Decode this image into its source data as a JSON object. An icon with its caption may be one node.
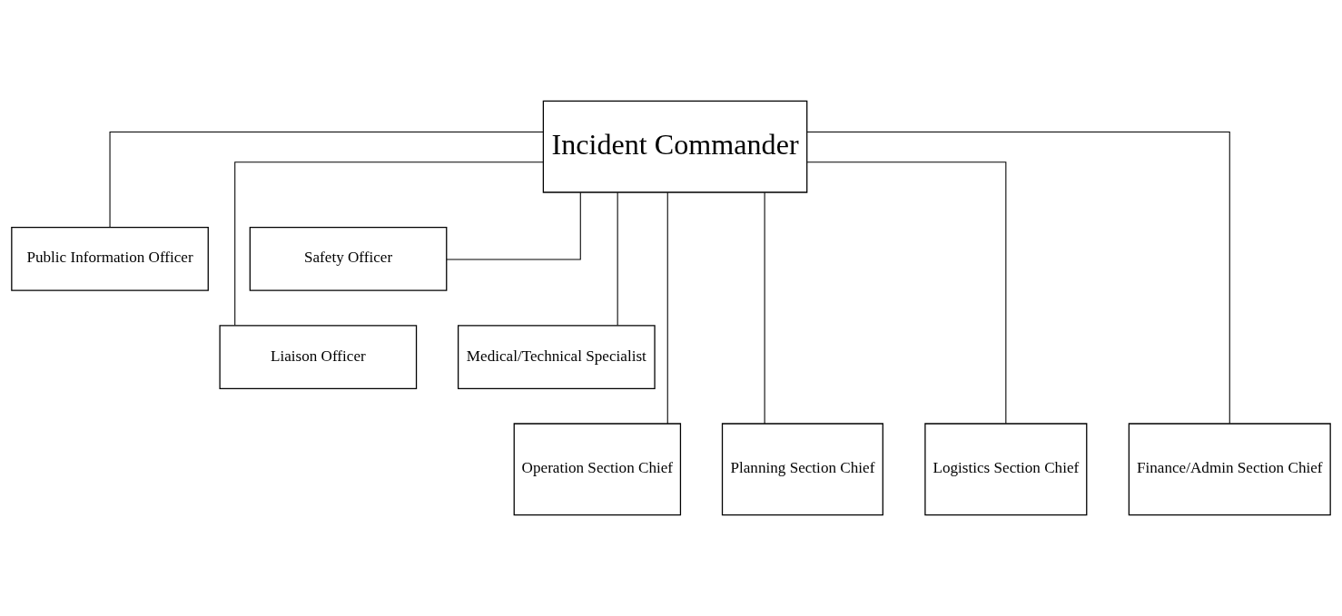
{
  "diagram": {
    "nodes": [
      {
        "text": [
          "Incident Commander"
        ]
      },
      {
        "text": [
          "Public Information Officer"
        ]
      },
      {
        "text": [
          "Safety Officer"
        ]
      },
      {
        "text": [
          "Liaison Officer"
        ]
      },
      {
        "text": [
          "Medical/Technical Specialist"
        ]
      },
      {
        "text": [
          "Operation Section Chief"
        ]
      },
      {
        "text": [
          "Planning Section Chief"
        ]
      },
      {
        "text": [
          "Logistics Section Chief"
        ]
      },
      {
        "text": [
          "Finance/Admin Section Chief"
        ]
      }
    ],
    "edges": [
      {
        "from": 0,
        "to": 1,
        "arrow": "none"
      },
      {
        "from": 0,
        "to": 2,
        "arrow": "none"
      },
      {
        "from": 0,
        "to": 3,
        "arrow": "none"
      },
      {
        "from": 0,
        "to": 4,
        "arrow": "none"
      },
      {
        "from": 0,
        "to": 5,
        "arrow": "none"
      },
      {
        "from": 0,
        "to": 6,
        "arrow": "none"
      },
      {
        "from": 0,
        "to": 7,
        "arrow": "none"
      },
      {
        "from": 0,
        "to": 8,
        "arrow": "none"
      }
    ]
  }
}
